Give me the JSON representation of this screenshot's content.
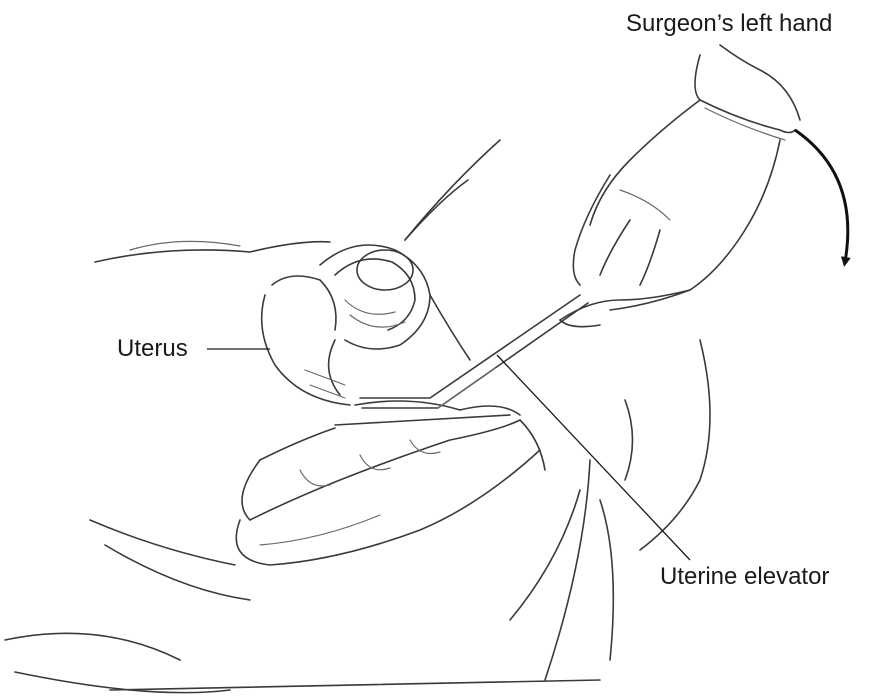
{
  "labels": {
    "surgeons_hand": "Surgeon’s left hand",
    "uterus": "Uterus",
    "uterine_elevator": "Uterine elevator"
  },
  "colors": {
    "line": "#3a3a3a",
    "arrow": "#111111",
    "background": "#ffffff"
  }
}
